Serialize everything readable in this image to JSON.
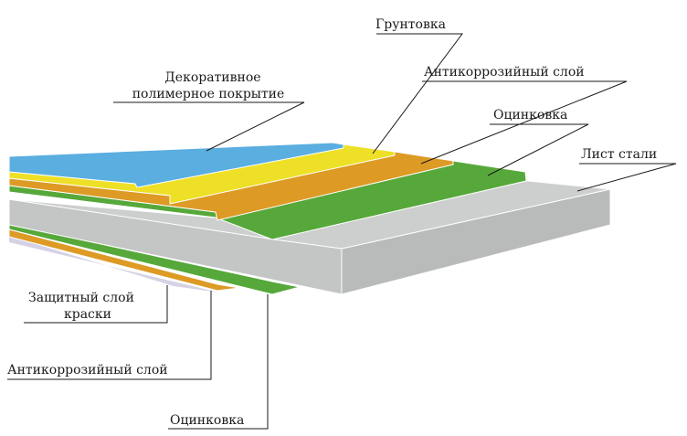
{
  "colors": {
    "polymer": "#5aaee0",
    "primer": "#eee026",
    "anticorrosion": "#dd9a25",
    "zinc": "#56a83a",
    "steel_top": "#cdcfce",
    "steel_front": "#c4c6c5",
    "steel_side": "#b9bbba",
    "paint_bottom": "#d5d2e6"
  },
  "labels": {
    "polymer_line1": "Декоративное",
    "polymer_line2": "полимерное покрытие",
    "primer": "Грунтовка",
    "anticorrosion_top": "Антикоррозийный слой",
    "zinc_top": "Оцинковка",
    "steel": "Лист стали",
    "protective_line1": "Защитный слой",
    "protective_line2": "краски",
    "anticorrosion_bottom": "Антикоррозийный слой",
    "zinc_bottom": "Оцинковка"
  }
}
